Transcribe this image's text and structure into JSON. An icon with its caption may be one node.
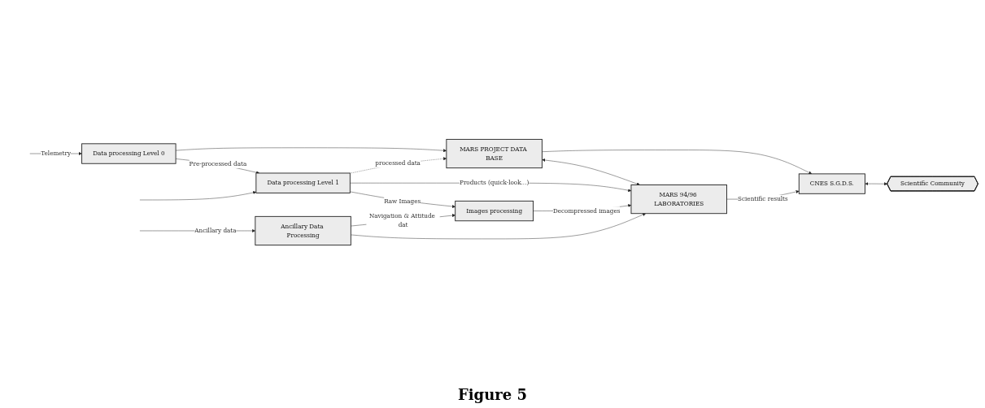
{
  "diagram": {
    "caption": "Figure 5",
    "nodes": [
      {
        "text": [
          "MARS PROJECT DATA BASE"
        ]
      },
      {
        "text": [
          "CNES S.G.D.S."
        ]
      },
      {
        "text": [
          "Scientific Community"
        ]
      },
      {
        "text": [
          "MARS 94/96 LABORATORIES"
        ]
      },
      {
        "text": [
          "Data processing Level 0"
        ]
      },
      {
        "text": [
          "Data processing Level 1"
        ]
      },
      {
        "text": [
          "Images processing"
        ]
      },
      {
        "text": [
          "Ancillary Data Processing"
        ]
      }
    ],
    "edges": [
      {
        "from": 0,
        "to": 1,
        "arrow": "to"
      },
      {
        "from": 1,
        "to": 2,
        "arrow": "both"
      },
      {
        "from": 3,
        "to": 1,
        "arrow": "to",
        "label": "Scientific results"
      },
      {
        "from": null,
        "to": 4,
        "arrow": "to",
        "label": "Telemetry"
      },
      {
        "from": 4,
        "to": 5,
        "arrow": "to",
        "label": "Pre-processed data"
      },
      {
        "from": 4,
        "to": 0,
        "arrow": "to"
      },
      {
        "from": 5,
        "to": 0,
        "arrow": "to",
        "label": "processed data",
        "style": "dashed"
      },
      {
        "from": 0,
        "to": 3,
        "arrow": "both"
      },
      {
        "from": 5,
        "to": 3,
        "arrow": "to",
        "label": "Products (quick-look...)"
      },
      {
        "from": 5,
        "to": 6,
        "arrow": "to",
        "label": "Raw Images"
      },
      {
        "from": 6,
        "to": 3,
        "arrow": "to",
        "label": "Decompressed images"
      },
      {
        "from": null,
        "to": 7,
        "arrow": "to",
        "label": "Ancillary data"
      },
      {
        "from": 7,
        "to": 6,
        "arrow": "to",
        "label": "Navigation & Attitude dat"
      },
      {
        "from": 7,
        "to": 3,
        "arrow": "to"
      },
      {
        "from": null,
        "to": 5,
        "arrow": "to"
      }
    ]
  }
}
